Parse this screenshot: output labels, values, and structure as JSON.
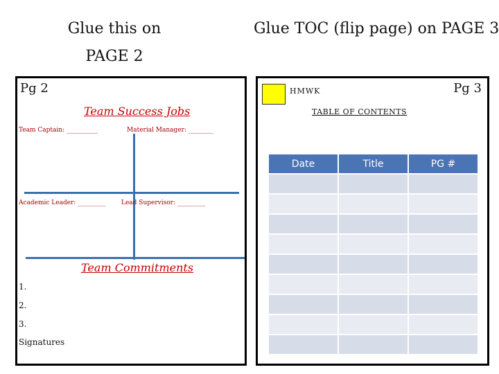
{
  "headings": {
    "left_line1": "Glue this on",
    "left_line2": "PAGE 2",
    "right": "Glue TOC (flip page) on PAGE 3"
  },
  "left_page": {
    "page_label": "Pg 2",
    "jobs_title": "Team Success Jobs",
    "team_captain": "Team Captain: __________",
    "materials_manager": "Material Manager: ________",
    "academic_leader": "Academic Leader: _________",
    "lead_supervisor": "Lead Supervisor: _________",
    "commitments_title": "Team Commitments",
    "commitments": [
      "1.",
      "2.",
      "3."
    ],
    "signatures": "Signatures"
  },
  "right_page": {
    "page_label": "Pg 3",
    "hmwk_label": "HMWK",
    "hmwk_color": "#ffff00",
    "toc_title": "TABLE OF CONTENTS",
    "table": {
      "headers": [
        "Date",
        "Title",
        "PG #"
      ],
      "row_count": 9,
      "header_color": "#4a74b4"
    }
  }
}
